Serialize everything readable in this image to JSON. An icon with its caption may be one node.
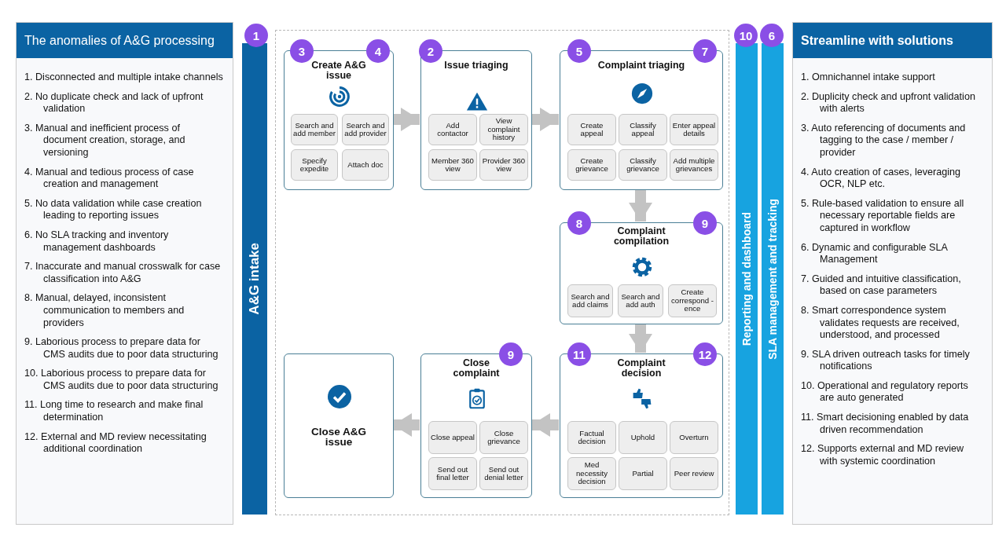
{
  "diagram": {
    "nodes": [
      {
        "text": [
          "The anomalies of A&G processing",
          "1. Disconnected and multiple intake channels",
          "2. No duplicate check and lack of upfront validation",
          "3. Manual and inefficient process of document creation, storage, and versioning",
          "4. Manual and tedious process of case creation and management",
          "5. No data validation while case creation leading to reporting issues",
          "6. No SLA tracking and inventory management dashboards",
          "7. Inaccurate and manual crosswalk for case classification into A&G",
          "8. Manual, delayed, inconsistent communication to members and providers",
          "9. Laborious process to prepare data for CMS audits due to poor data structuring",
          "10. Laborious process to prepare data for CMS audits due to poor data structuring",
          "11. Long time to research and make final determination",
          "12. External and MD review necessitating additional coordination"
        ]
      },
      {
        "text": [
          "A&G intake"
        ]
      },
      {
        "text": [
          "1"
        ]
      },
      {
        "text": [],
        "shape": "box"
      },
      {
        "text": [
          "Create A&G issue"
        ],
        "in": 3
      },
      {
        "text": [
          "3"
        ],
        "in": 4
      },
      {
        "text": [
          "4"
        ],
        "in": 4
      },
      {
        "text": [
          "Search and add member"
        ],
        "in": 4
      },
      {
        "text": [
          "Search and add provider"
        ],
        "in": 4
      },
      {
        "text": [
          "Specify expedite"
        ],
        "in": 4
      },
      {
        "text": [
          "Attach doc"
        ],
        "in": 4
      },
      {
        "text": [
          "Issue triaging"
        ],
        "in": 3
      },
      {
        "text": [
          "2"
        ],
        "in": 11
      },
      {
        "text": [
          "Add contactor"
        ],
        "in": 11
      },
      {
        "text": [
          "View complaint history"
        ],
        "in": 11
      },
      {
        "text": [
          "Member 360 view"
        ],
        "in": 11
      },
      {
        "text": [
          "Provider 360 view"
        ],
        "in": 11
      },
      {
        "text": [
          "Complaint triaging"
        ],
        "in": 3
      },
      {
        "text": [
          "5"
        ],
        "in": 17
      },
      {
        "text": [
          "7"
        ],
        "in": 17
      },
      {
        "text": [
          "Create appeal"
        ],
        "in": 17
      },
      {
        "text": [
          "Classify appeal"
        ],
        "in": 17
      },
      {
        "text": [
          "Enter appeal details"
        ],
        "in": 17
      },
      {
        "text": [
          "Create grievance"
        ],
        "in": 17
      },
      {
        "text": [
          "Classify grievance"
        ],
        "in": 17
      },
      {
        "text": [
          "Add multiple grievances"
        ],
        "in": 17
      },
      {
        "text": [
          "Complaint compilation"
        ],
        "in": 3
      },
      {
        "text": [
          "8"
        ],
        "in": 26
      },
      {
        "text": [
          "9"
        ],
        "in": 26
      },
      {
        "text": [
          "Search and add claims"
        ],
        "in": 26
      },
      {
        "text": [
          "Search and add auth"
        ],
        "in": 26
      },
      {
        "text": [
          "Create correspond -ence"
        ],
        "in": 26
      },
      {
        "text": [
          "Complaint decision"
        ],
        "in": 3
      },
      {
        "text": [
          "11"
        ],
        "in": 32
      },
      {
        "text": [
          "12"
        ],
        "in": 32
      },
      {
        "text": [
          "Factual decision"
        ],
        "in": 32
      },
      {
        "text": [
          "Uphold"
        ],
        "in": 32
      },
      {
        "text": [
          "Overturn"
        ],
        "in": 32
      },
      {
        "text": [
          "Med necessity decision"
        ],
        "in": 32
      },
      {
        "text": [
          "Partial"
        ],
        "in": 32
      },
      {
        "text": [
          "Peer review"
        ],
        "in": 32
      },
      {
        "text": [
          "Close complaint"
        ],
        "in": 3
      },
      {
        "text": [
          "9"
        ],
        "in": 41
      },
      {
        "text": [
          "Close appeal"
        ],
        "in": 41
      },
      {
        "text": [
          "Close grievance"
        ],
        "in": 41
      },
      {
        "text": [
          "Send out final letter"
        ],
        "in": 41
      },
      {
        "text": [
          "Send out denial letter"
        ],
        "in": 41
      },
      {
        "text": [
          "Close A&G issue"
        ],
        "in": 3
      },
      {
        "text": [
          "Reporting and dashboard"
        ]
      },
      {
        "text": [
          "10"
        ]
      },
      {
        "text": [
          "SLA management and tracking"
        ]
      },
      {
        "text": [
          "6"
        ]
      },
      {
        "text": [
          "Streamline with solutions",
          "1. Omnichannel intake support",
          "2. Duplicity check and upfront validation with alerts",
          "3. Auto referencing of documents and tagging to the case / member / provider",
          "4. Auto creation of cases, leveraging OCR, NLP etc.",
          "5. Rule-based validation to ensure all necessary reportable fields are captured in workflow",
          "6. Dynamic and configurable SLA Management",
          "7. Guided and intuitive classification, based on case parameters",
          "8. Smart correspondence system validates requests are received, understood, and processed",
          "9. SLA driven outreach tasks for timely notifications",
          "10. Operational and regulatory reports are auto generated",
          "11. Smart decisioning enabled by data driven recommendation",
          "12. Supports external and MD review with systemic coordination"
        ]
      }
    ],
    "edges": [
      {
        "from": 4,
        "to": 11,
        "arrow": "to"
      },
      {
        "from": 11,
        "to": 17,
        "arrow": "to"
      },
      {
        "from": 17,
        "to": 26,
        "arrow": "to"
      },
      {
        "from": 26,
        "to": 32,
        "arrow": "to"
      },
      {
        "from": 32,
        "to": 41,
        "arrow": "to"
      },
      {
        "from": 41,
        "to": 47,
        "arrow": "to"
      }
    ]
  }
}
